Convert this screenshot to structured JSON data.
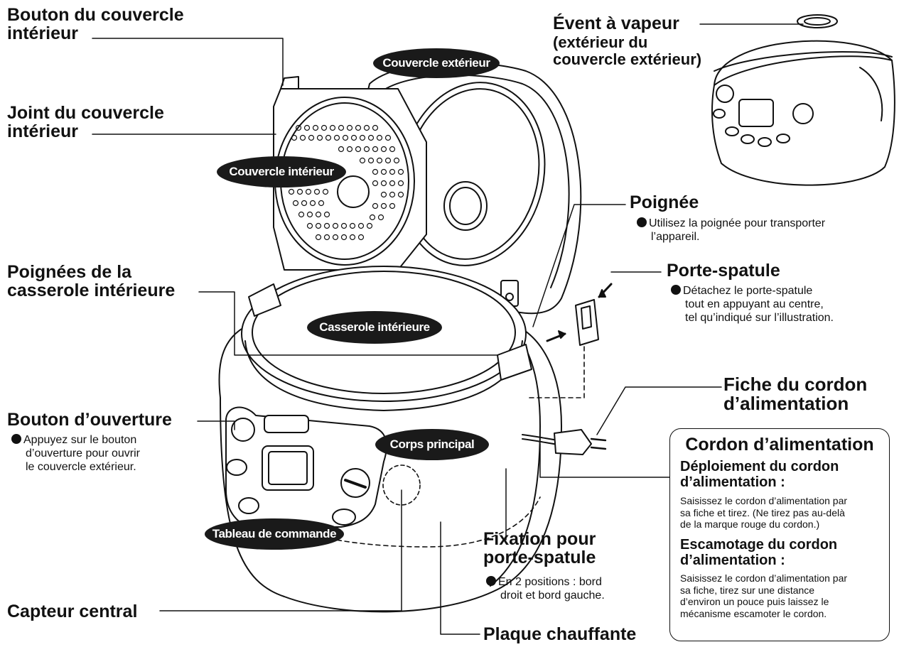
{
  "labels": {
    "inner_lid_button": [
      "Bouton du couvercle",
      "intérieur"
    ],
    "inner_lid_gasket": [
      "Joint du couvercle",
      "intérieur"
    ],
    "inner_pan_handles": [
      "Poignées de la",
      "casserole intérieure"
    ],
    "open_button": "Bouton d’ouverture",
    "open_button_note": [
      "Appuyez sur le bouton",
      "d’ouverture pour ouvrir",
      "le couvercle extérieur."
    ],
    "center_sensor": "Capteur central",
    "steam_vent": [
      "Évent à vapeur",
      "(extérieur du",
      "couvercle extérieur)"
    ],
    "handle": "Poignée",
    "handle_note": [
      "Utilisez la poignée pour transporter",
      "l’appareil."
    ],
    "spatula_holder": "Porte-spatule",
    "spatula_holder_note": [
      "Détachez le porte-spatule",
      "tout en appuyant au centre,",
      "tel qu’indiqué sur l’illustration."
    ],
    "power_plug": [
      "Fiche du cordon",
      "d’alimentation"
    ],
    "spatula_holder_attachment": [
      "Fixation pour",
      "porte-spatule"
    ],
    "spatula_holder_attachment_note": [
      "En 2 positions : bord",
      "droit et bord gauche."
    ],
    "heating_plate": "Plaque chauffante"
  },
  "badges": {
    "outer_lid": "Couvercle extérieur",
    "inner_lid": "Couvercle intérieur",
    "inner_pan": "Casserole intérieure",
    "main_body": "Corps principal",
    "control_panel": "Tableau de commande"
  },
  "power_cord_box": {
    "title": "Cordon d’alimentation",
    "extend_heading": [
      "Déploiement du cordon",
      "d’alimentation :"
    ],
    "extend_text": [
      "Saisissez le cordon d’alimentation par",
      "sa fiche et tirez. (Ne tirez pas au-delà",
      "de la marque rouge du cordon.)"
    ],
    "retract_heading": [
      "Escamotage du cordon",
      "d’alimentation :"
    ],
    "retract_text": [
      "Saisissez le cordon d’alimentation par",
      "sa fiche, tirez sur une distance",
      "d’environ un pouce puis laissez le",
      "mécanisme escamoter le cordon."
    ]
  },
  "colors": {
    "ink": "#111111",
    "badge": "#1a1a1a",
    "background": "#ffffff"
  }
}
